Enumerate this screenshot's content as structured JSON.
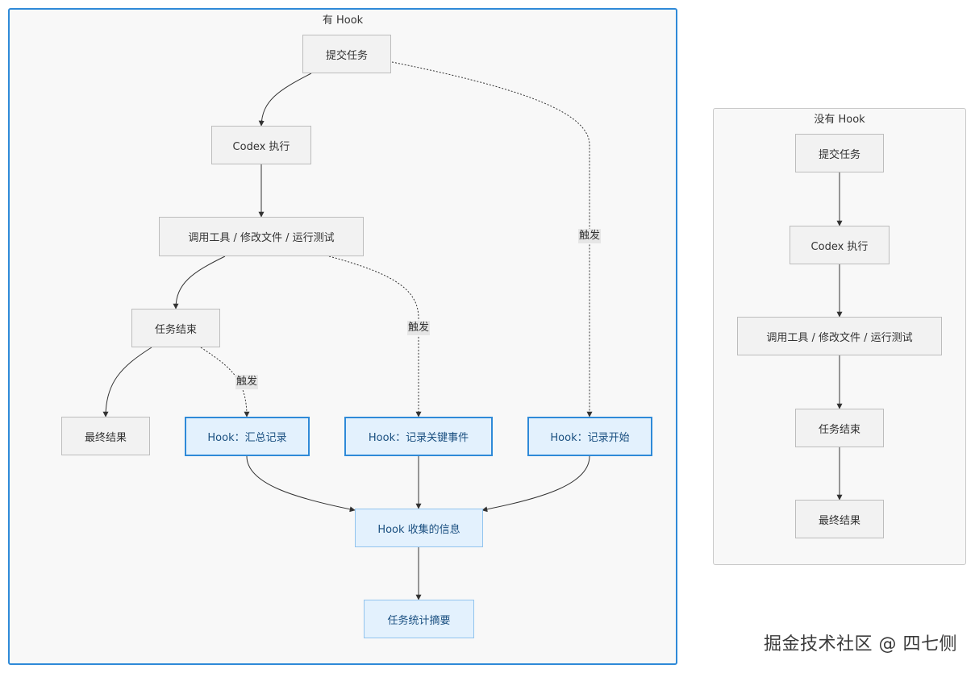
{
  "groups": {
    "with_hook": {
      "title": "有 Hook",
      "nodes": {
        "submit": "提交任务",
        "codex": "Codex 执行",
        "tools": "调用工具 / 修改文件 / 运行测试",
        "task_end": "任务结束",
        "final": "最终结果",
        "hook_summary": "Hook：汇总记录",
        "hook_key": "Hook：记录关键事件",
        "hook_start": "Hook：记录开始",
        "hook_info": "Hook 收集的信息",
        "task_stats": "任务统计摘要"
      },
      "edge_labels": {
        "trigger_start": "触发",
        "trigger_key": "触发",
        "trigger_summary": "触发"
      }
    },
    "without_hook": {
      "title": "没有 Hook",
      "nodes": {
        "submit": "提交任务",
        "codex": "Codex 执行",
        "tools": "调用工具 / 修改文件 / 运行测试",
        "task_end": "任务结束",
        "final": "最终结果"
      }
    }
  },
  "colors": {
    "hook_border": "#2f8ad8",
    "hook_fill": "#e3f1fd",
    "plain_fill": "#f2f2f2"
  },
  "watermark": "掘金技术社区 @ 四七侧"
}
